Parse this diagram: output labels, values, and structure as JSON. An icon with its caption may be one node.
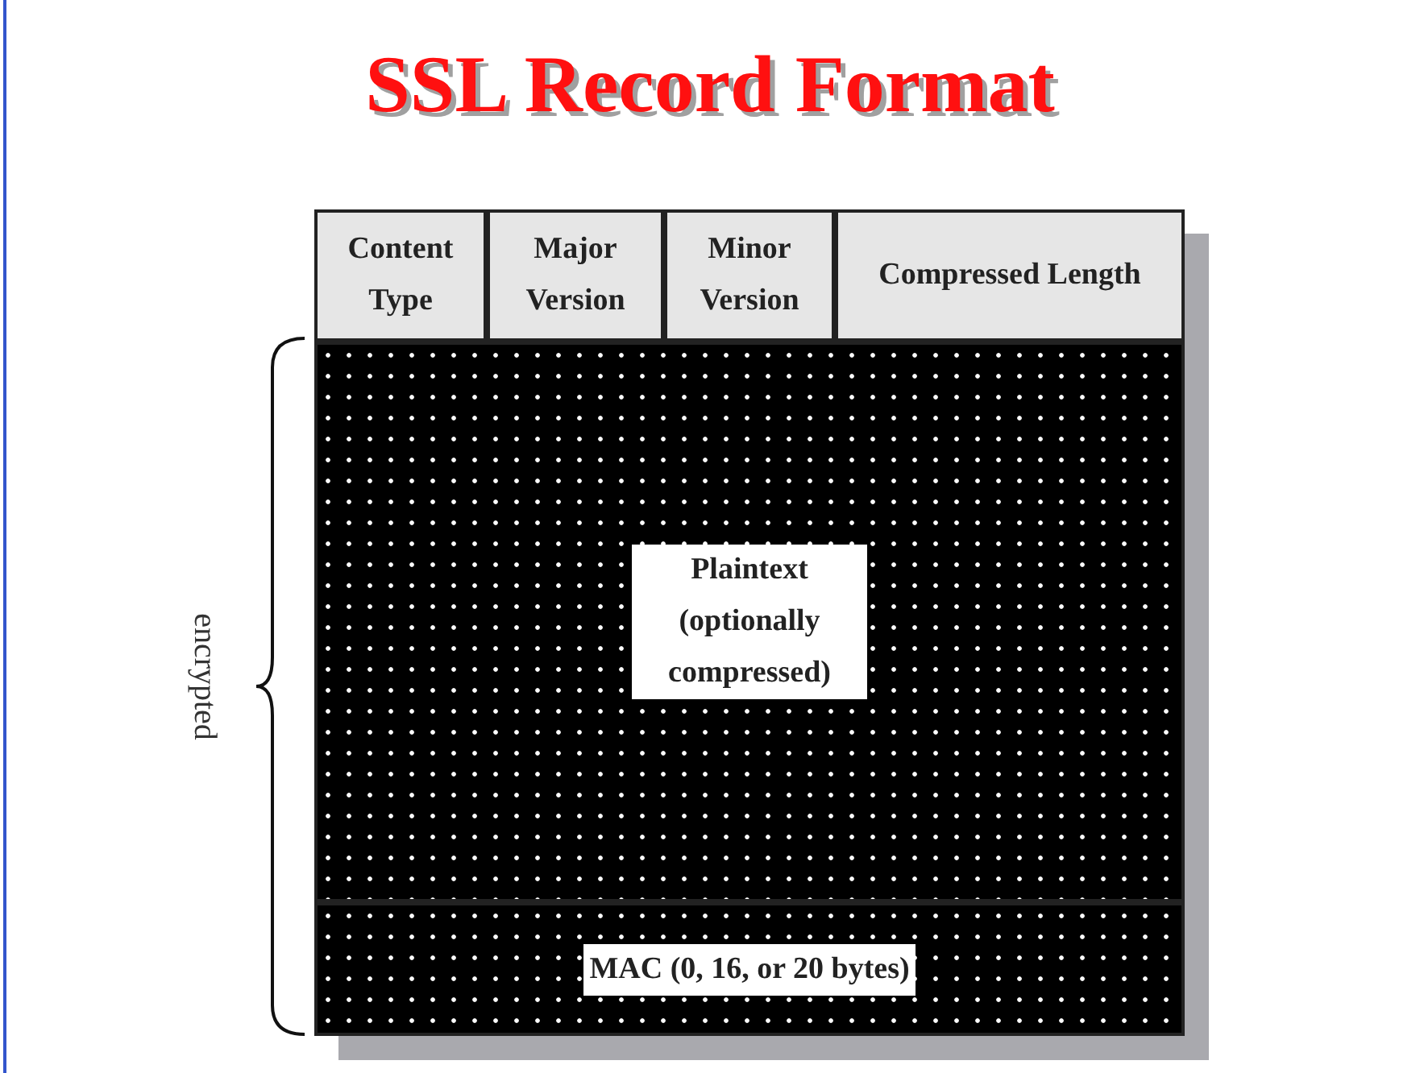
{
  "diagram": {
    "title": "SSL Record Format",
    "nodes": [
      {
        "text": [
          "Content Type"
        ]
      },
      {
        "text": [
          "Major Version"
        ]
      },
      {
        "text": [
          "Minor Version"
        ]
      },
      {
        "text": [
          "Compressed Length"
        ]
      },
      {
        "text": [
          "Plaintext (optionally compressed)"
        ]
      },
      {
        "text": [
          "MAC (0, 16, or 20 bytes)"
        ]
      }
    ],
    "labels": [
      "encrypted"
    ]
  }
}
